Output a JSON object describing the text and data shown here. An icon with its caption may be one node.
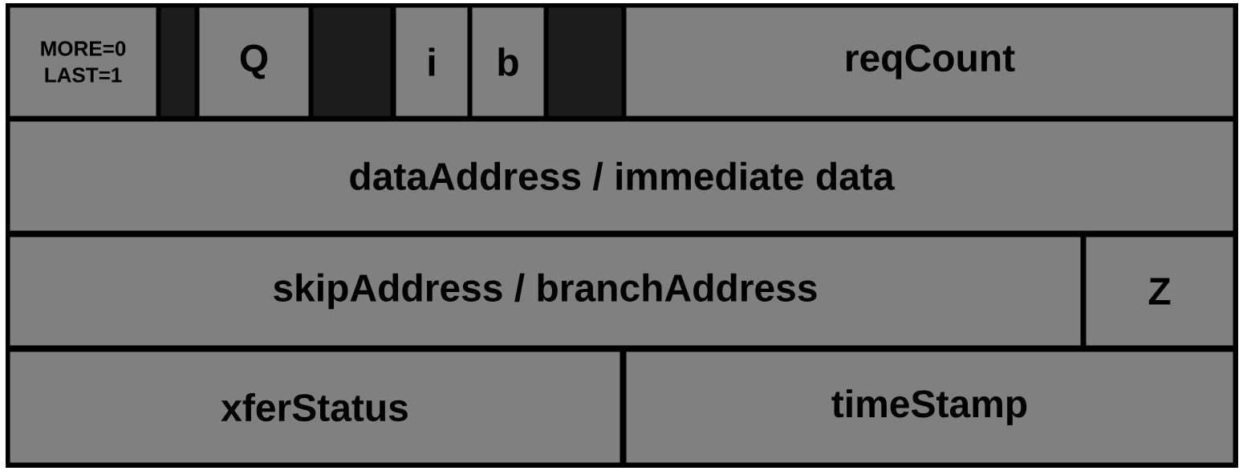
{
  "diagram": {
    "nodes": [
      {
        "text": [
          "MORE=0",
          "LAST=1"
        ]
      },
      {
        "text": [],
        "shape": "box"
      },
      {
        "text": [
          "Q"
        ]
      },
      {
        "text": [],
        "shape": "box"
      },
      {
        "text": [
          "i"
        ]
      },
      {
        "text": [
          "b"
        ]
      },
      {
        "text": [],
        "shape": "box"
      },
      {
        "text": [
          "reqCount"
        ]
      },
      {
        "text": [
          "dataAddress / immediate data"
        ]
      },
      {
        "text": [
          "skipAddress / branchAddress"
        ]
      },
      {
        "text": [
          "Z"
        ]
      },
      {
        "text": [
          "xferStatus"
        ]
      },
      {
        "text": [
          "timeStamp"
        ]
      }
    ]
  }
}
